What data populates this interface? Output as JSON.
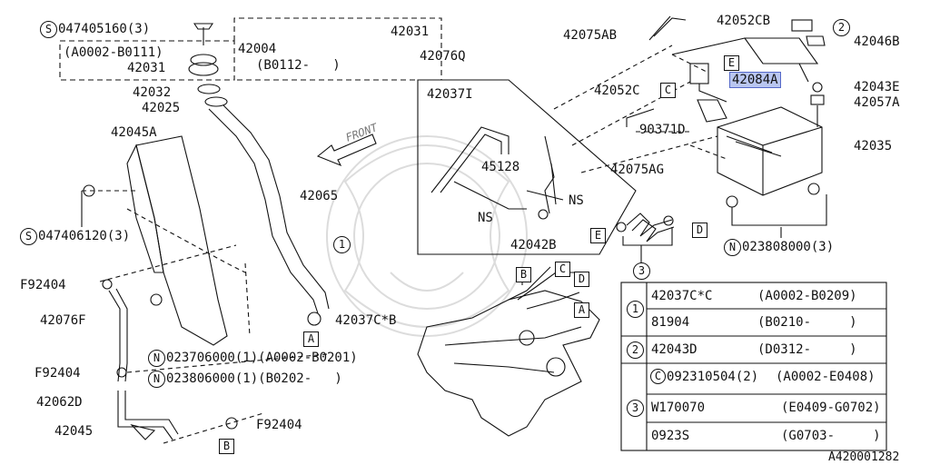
{
  "labels": {
    "s047405160": "047405160(3)",
    "s_circle": "S",
    "a0002b0111": "(A0002-B0111)",
    "p42031a": "42031",
    "p42032": "42032",
    "p42025": "42025",
    "p42004": "42004",
    "p42031b": "42031",
    "b0112": "(B0112-   )",
    "p42076q": "42076Q",
    "p42075ab": "42075AB",
    "p42052cb": "42052CB",
    "p42046b": "42046B",
    "p42084a": "42084A",
    "p42043e": "42043E",
    "p42057a": "42057A",
    "p42052c": "42052C",
    "p90371d": "90371D",
    "p42035": "42035",
    "p42037i": "42037I",
    "p45128": "45128",
    "ns1": "NS",
    "ns2": "NS",
    "p42042b": "42042B",
    "p42075ag": "42075AG",
    "p023808000": "023808000(3)",
    "n_circle": "N",
    "p42045a": "42045A",
    "p42065": "42065",
    "s047406120": "047406120(3)",
    "front": "FRONT",
    "f92404a": "F92404",
    "p42076f": "42076F",
    "f92404b": "F92404",
    "p42062d": "42062D",
    "p42045": "42045",
    "p42037cb": "42037C*B",
    "n023706000": "023706000(1)(A0002-B0201)",
    "n023806000": "023806000(1)(B0202-   )",
    "f92404c": "F92404",
    "diagram_id": "A420001282"
  },
  "boxes": {
    "A1": "A",
    "A2": "A",
    "B1": "B",
    "B2": "B",
    "C1": "C",
    "C2": "C",
    "D1": "D",
    "D2": "D",
    "E1": "E",
    "E2": "E"
  },
  "circles": {
    "c1": "1",
    "c2": "2",
    "c3": "3"
  },
  "table": {
    "rows": [
      {
        "key": "1",
        "part": "42037C*C",
        "range": "(A0002-B0209)"
      },
      {
        "key": "",
        "part": "81904",
        "range": "(B0210-     )"
      },
      {
        "key": "2",
        "part": "42043D",
        "range": "(D0312-     )"
      },
      {
        "key": "",
        "part": "092310504(2)",
        "range": "(A0002-E0408)",
        "prefix": "C"
      },
      {
        "key": "3",
        "part": "W170070",
        "range": "(E0409-G0702)"
      },
      {
        "key": "",
        "part": "0923S",
        "range": "(G0703-     )"
      }
    ]
  },
  "colors": {
    "line": "#111111",
    "highlight": "#b9c6f0",
    "highlight_border": "#5468c8",
    "watermark": "#d8d8d8"
  }
}
